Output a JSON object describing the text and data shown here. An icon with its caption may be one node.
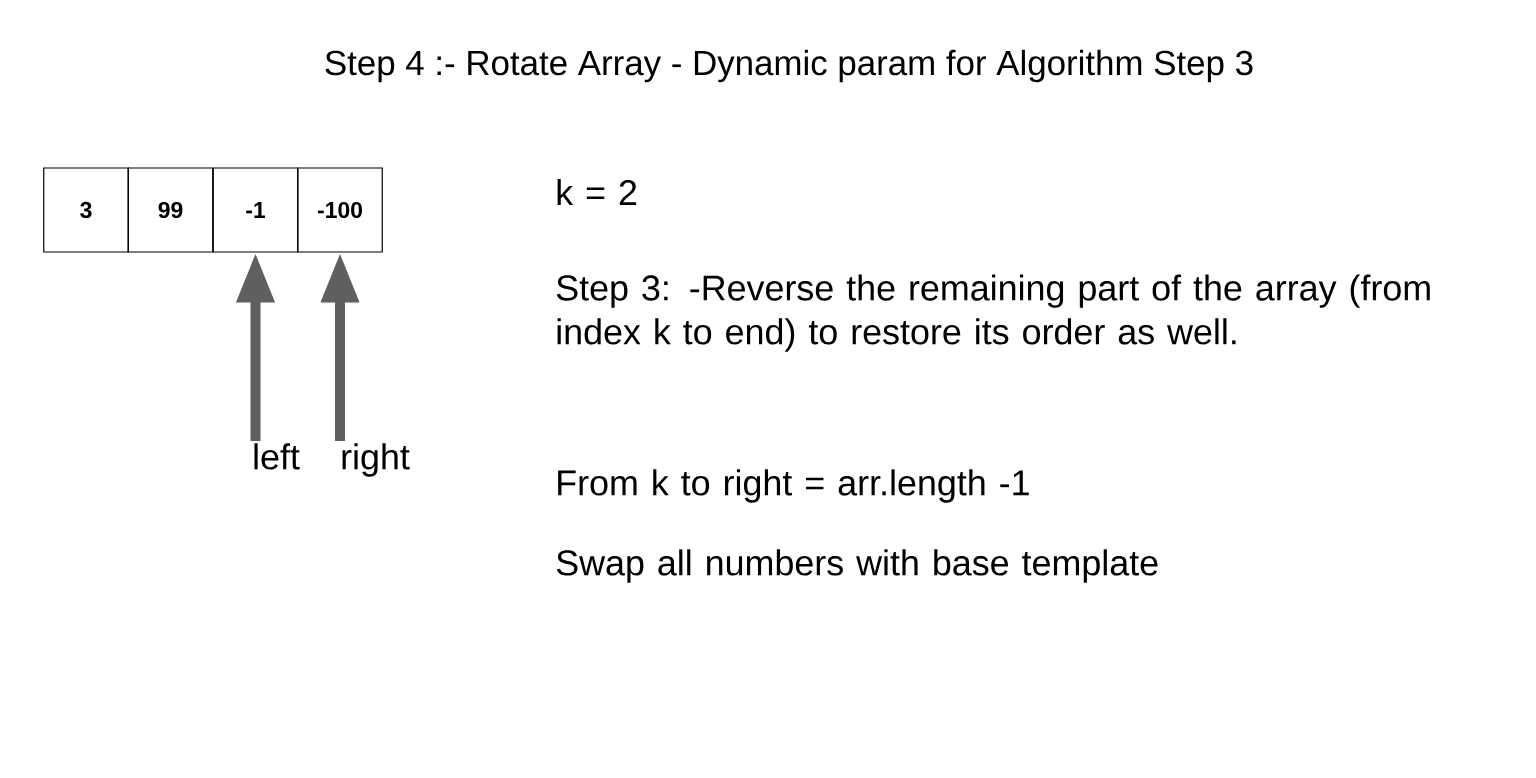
{
  "diagram": {
    "title": "Step 4 :- Rotate Array - Dynamic param for Algorithm Step 3",
    "nodes": [
      {
        "text": [
          "3"
        ]
      },
      {
        "text": [
          "99"
        ]
      },
      {
        "text": [
          "-1"
        ]
      },
      {
        "text": [
          "-100"
        ]
      },
      {
        "text": [
          "left"
        ]
      },
      {
        "text": [
          "right"
        ]
      }
    ],
    "edges": [
      {
        "from": 4,
        "to": 2,
        "arrow": "to"
      },
      {
        "from": 5,
        "to": 3,
        "arrow": "to"
      }
    ],
    "labels": [
      "k = 2",
      "Step 3: -Reverse the remaining part of the array (from index k to end) to restore its order as well.",
      "From k to right = arr.length -1",
      "Swap all numbers with base template"
    ]
  }
}
